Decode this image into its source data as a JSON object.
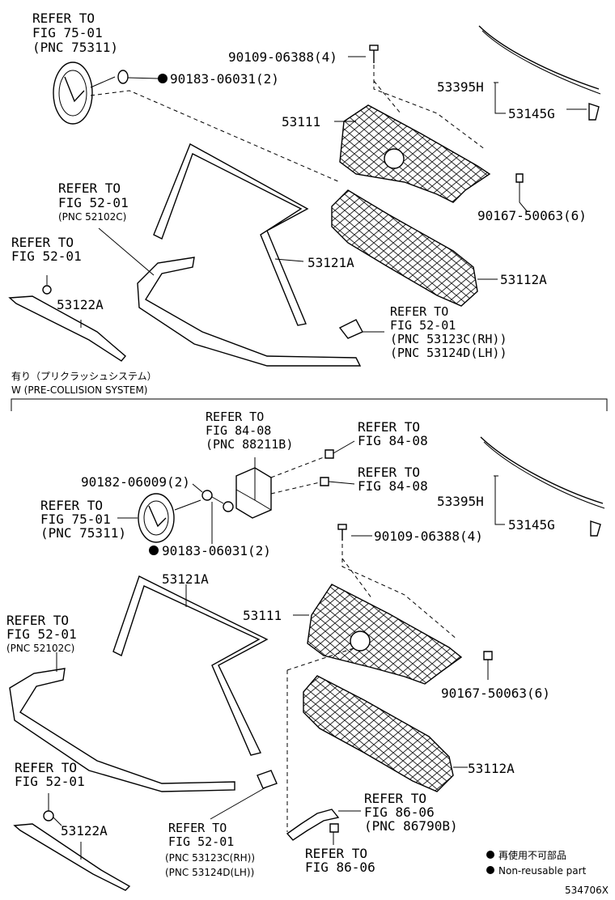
{
  "top": {
    "ref_emblem": [
      "REFER TO",
      "FIG 75-01",
      "(PNC 75311)"
    ],
    "bolt_label": "90109-06388(4)",
    "washer_label": "90183-06031(2)",
    "molding_label": "53395H",
    "clip_label": "53145G",
    "grille_label": "53111",
    "ref_bumper": [
      "REFER TO",
      "FIG 52-01",
      "(PNC 52102C)"
    ],
    "clip2_label": "90167-50063(6)",
    "ref_fig52": [
      "REFER TO",
      "FIG 52-01"
    ],
    "frame_label": "53121A",
    "lower_grille_label": "53112A",
    "lower_molding_label": "53122A",
    "ref_lamp": [
      "REFER TO",
      "FIG 52-01",
      "(PNC 53123C(RH))",
      "(PNC 53124D(LH))"
    ]
  },
  "divider": {
    "jp": "有り（プリクラッシュシステム）",
    "en": "W (PRE-COLLISION SYSTEM)"
  },
  "bottom": {
    "ref_sensor": [
      "REFER TO",
      "FIG 84-08",
      "(PNC 88211B)"
    ],
    "ref_84a": [
      "REFER TO",
      "FIG 84-08"
    ],
    "ref_84b": [
      "REFER TO",
      "FIG 84-08"
    ],
    "screw_label": "90182-06009(2)",
    "molding_label": "53395H",
    "clip_label": "53145G",
    "ref_emblem": [
      "REFER TO",
      "FIG 75-01",
      "(PNC 75311)"
    ],
    "bolt_label": "90109-06388(4)",
    "washer_label": "90183-06031(2)",
    "frame_label": "53121A",
    "grille_label": "53111",
    "ref_bumper": [
      "REFER TO",
      "FIG 52-01",
      "(PNC 52102C)"
    ],
    "clip2_label": "90167-50063(6)",
    "lower_grille_label": "53112A",
    "ref_fig52": [
      "REFER TO",
      "FIG 52-01"
    ],
    "ref_86a": [
      "REFER TO",
      "FIG 86-06",
      "(PNC 86790B)"
    ],
    "lower_molding_label": "53122A",
    "ref_lamp": [
      "REFER TO",
      "FIG 52-01",
      "(PNC 53123C(RH))",
      "(PNC 53124D(LH))"
    ],
    "ref_86b": [
      "REFER TO",
      "FIG 86-06"
    ]
  },
  "legend": {
    "jp": "再使用不可部品",
    "en": "Non-reusable part"
  },
  "figure_code": "534706X"
}
